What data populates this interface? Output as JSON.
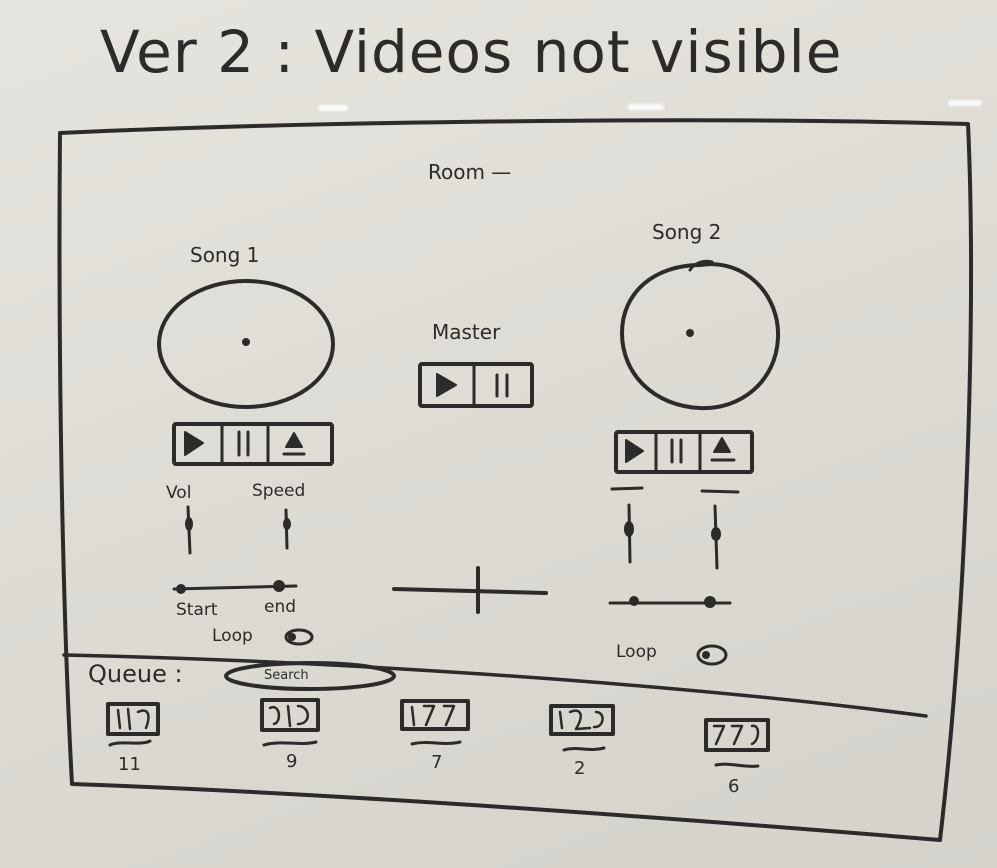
{
  "heading": "Ver 2 : Videos not visible",
  "room": {
    "title": "Room —"
  },
  "master": {
    "label": "Master"
  },
  "deck1": {
    "label": "Song 1",
    "vol_label": "Vol",
    "speed_label": "Speed",
    "start_label": "Start",
    "end_label": "end",
    "loop_label": "Loop"
  },
  "deck2": {
    "label": "Song 2",
    "loop_label": "Loop"
  },
  "queue": {
    "label": "Queue :",
    "search_text": "Search",
    "items": [
      {
        "count": "11"
      },
      {
        "count": "9"
      },
      {
        "count": "7"
      },
      {
        "count": "2"
      },
      {
        "count": "6"
      }
    ]
  }
}
